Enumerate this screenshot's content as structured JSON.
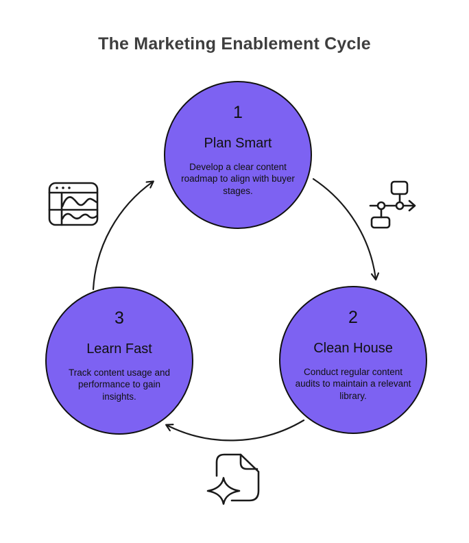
{
  "title": "The Marketing Enablement Cycle",
  "colors": {
    "circle_fill": "#7D62F2",
    "line": "#1a1a1a",
    "title_text": "#3E3E3E"
  },
  "steps": [
    {
      "number": "1",
      "title": "Plan Smart",
      "description": "Develop a clear content roadmap to align with buyer stages."
    },
    {
      "number": "2",
      "title": "Clean House",
      "description": "Conduct regular content audits to maintain a relevant library."
    },
    {
      "number": "3",
      "title": "Learn Fast",
      "description": "Track content usage and performance to gain insights."
    }
  ],
  "icons": [
    {
      "name": "analytics-browser-icon"
    },
    {
      "name": "flowchart-icon"
    },
    {
      "name": "sparkle-document-icon"
    }
  ],
  "arrows": [
    {
      "name": "arrow-step1-to-step2",
      "from": "1",
      "to": "2"
    },
    {
      "name": "arrow-step2-to-step3",
      "from": "2",
      "to": "3"
    },
    {
      "name": "arrow-step3-to-step1",
      "from": "3",
      "to": "1"
    }
  ]
}
